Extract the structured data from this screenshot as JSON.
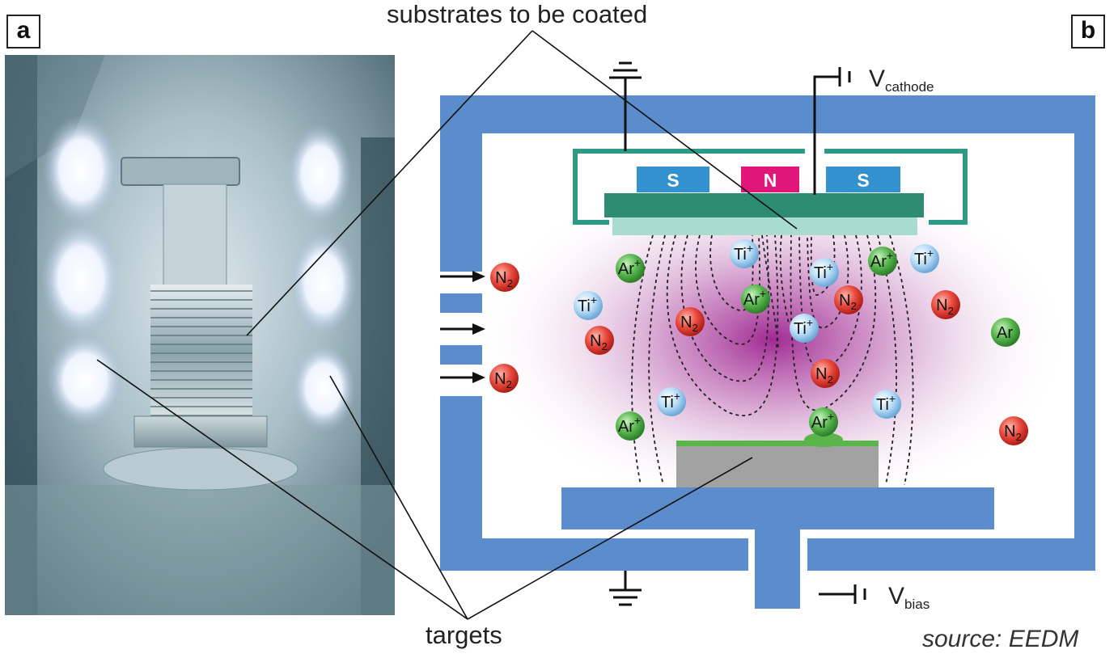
{
  "panels": {
    "a": "a",
    "b": "b"
  },
  "callouts": {
    "substrates": "substrates to be coated",
    "targets": "targets"
  },
  "source": "source: EEDM",
  "magnets": [
    "S",
    "N",
    "S"
  ],
  "voltage": {
    "cathode_main": "V",
    "cathode_sub": "cathode",
    "bias_main": "V",
    "bias_sub": "bias"
  },
  "particles": {
    "n2_base": "N",
    "n2_sub": "2",
    "ti_base": "Ti",
    "ar_base": "Ar",
    "ion_sup": "+"
  },
  "colors": {
    "chamber": "#5b8ccb",
    "cathode_plate": "#2e8b74",
    "target": "#a9dccf",
    "magnet_s": "#3391cf",
    "magnet_n": "#e0167a",
    "substrate": "#a2a2a2",
    "coating": "#5ab64a",
    "plasma": "#9b1f8c",
    "n2": "#e0352f",
    "ti": "#8ec4ec",
    "ar": "#4aa84a"
  }
}
